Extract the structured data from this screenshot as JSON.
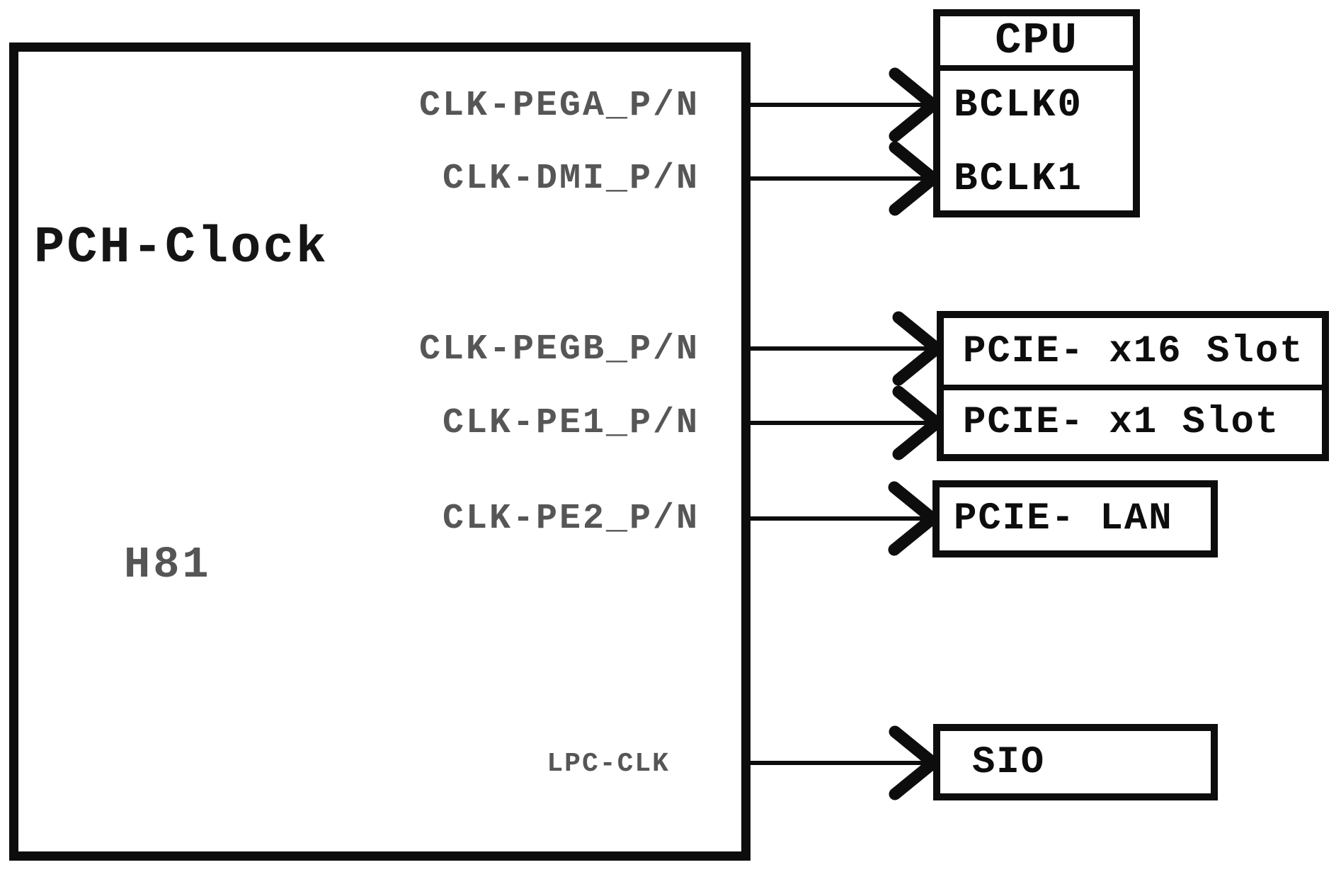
{
  "pch": {
    "title": "PCH-Clock",
    "chip": "H81"
  },
  "signals": [
    {
      "label": "CLK-PEGA_P/N",
      "target": "CPU BCLK0"
    },
    {
      "label": "CLK-DMI_P/N",
      "target": "CPU BCLK1"
    },
    {
      "label": "CLK-PEGB_P/N",
      "target": "PCIE- x16 Slot"
    },
    {
      "label": "CLK-PE1_P/N",
      "target": "PCIE- x1 Slot"
    },
    {
      "label": "CLK-PE2_P/N",
      "target": "PCIE- LAN"
    },
    {
      "label": "LPC-CLK",
      "target": "SIO"
    }
  ],
  "cpu": {
    "title": "CPU",
    "pins": [
      "BCLK0",
      "BCLK1"
    ]
  },
  "pcie_slots": {
    "rows": [
      "PCIE- x16 Slot",
      "PCIE- x1 Slot"
    ]
  },
  "lan": {
    "label": "PCIE- LAN"
  },
  "sio": {
    "label": "SIO"
  },
  "colors": {
    "ink": "#0d0d0d",
    "muted_label": "#565656",
    "background": "#ffffff"
  }
}
